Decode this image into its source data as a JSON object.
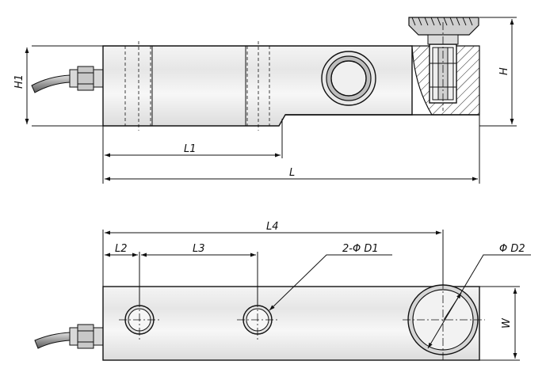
{
  "labels": {
    "h1": "H1",
    "h": "H",
    "l1": "L1",
    "l": "L",
    "l4": "L4",
    "l2": "L2",
    "l3": "L3",
    "d1": "2-Φ D1",
    "d2": "Φ D2",
    "w": "W"
  }
}
